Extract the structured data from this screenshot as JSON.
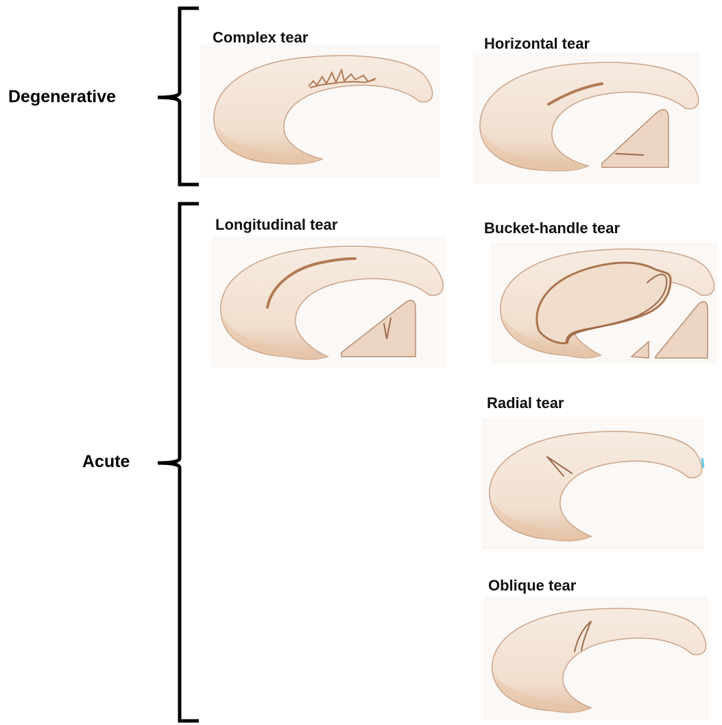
{
  "groups": {
    "degenerative": "Degenerative",
    "acute": "Acute"
  },
  "tears": {
    "complex": "Complex tear",
    "horizontal": "Horizontal tear",
    "longitudinal": "Longitudinal tear",
    "bucket_handle": "Bucket-handle tear",
    "radial": "Radial tear",
    "oblique": "Oblique tear"
  },
  "colors": {
    "meniscus_fill": "#f3e4d6",
    "meniscus_edge": "#c9a48a",
    "tear_line": "#b07a55",
    "bracket": "#000000"
  }
}
